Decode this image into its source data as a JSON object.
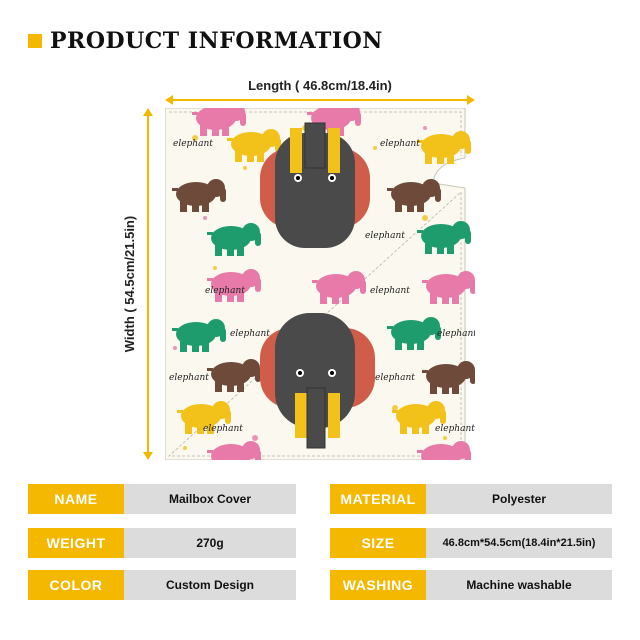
{
  "header": {
    "title": "PRODUCT INFORMATION"
  },
  "dimensions": {
    "length_label": "Length ( 46.8cm/18.4in)",
    "width_label": "Width ( 54.5cm/21.5in)"
  },
  "product_image": {
    "pattern_word": "elephant",
    "colors": {
      "background": "#fbf9ef",
      "pink": "#e77aa9",
      "brown": "#6e4a3a",
      "green": "#1f9c6e",
      "yellow": "#f2c21b",
      "head": "#4a4a4a",
      "ear": "#cf5d4a"
    },
    "icons": [
      "elephant-head-icon",
      "elephant-icon"
    ]
  },
  "specs": {
    "name": {
      "label": "NAME",
      "value": "Mailbox Cover"
    },
    "material": {
      "label": "MATERIAL",
      "value": "Polyester"
    },
    "weight": {
      "label": "WEIGHT",
      "value": "270g"
    },
    "size": {
      "label": "SIZE",
      "value": "46.8cm*54.5cm(18.4in*21.5in)"
    },
    "color": {
      "label": "COLOR",
      "value": "Custom Design"
    },
    "washing": {
      "label": "WASHING",
      "value": "Machine washable"
    }
  },
  "accent_colors": {
    "label_bg": "#f5b800",
    "value_bg": "#dcdcdc"
  }
}
